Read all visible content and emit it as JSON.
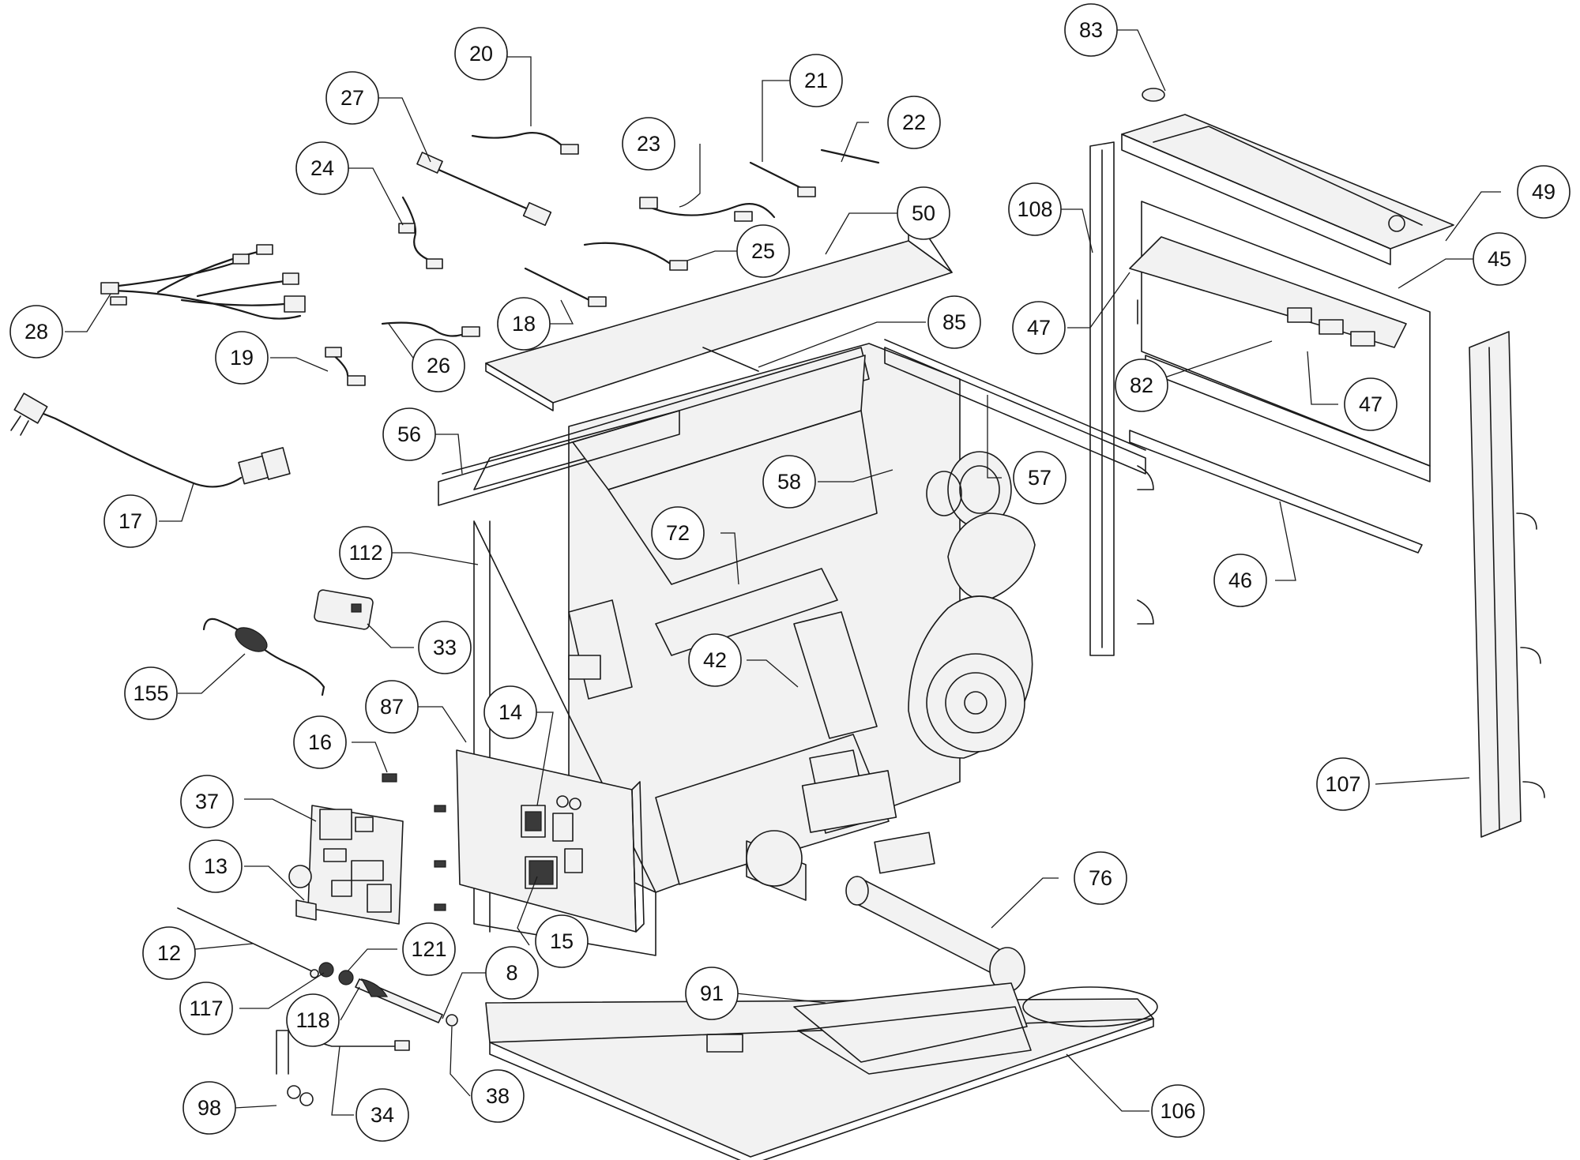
{
  "callouts": [
    {
      "id": "c20",
      "label": "20"
    },
    {
      "id": "c27",
      "label": "27"
    },
    {
      "id": "c21",
      "label": "21"
    },
    {
      "id": "c22",
      "label": "22"
    },
    {
      "id": "c23",
      "label": "23"
    },
    {
      "id": "c24",
      "label": "24"
    },
    {
      "id": "c83",
      "label": "83"
    },
    {
      "id": "c49",
      "label": "49"
    },
    {
      "id": "c108",
      "label": "108"
    },
    {
      "id": "c50",
      "label": "50"
    },
    {
      "id": "c25",
      "label": "25"
    },
    {
      "id": "c45",
      "label": "45"
    },
    {
      "id": "c28",
      "label": "28"
    },
    {
      "id": "c18",
      "label": "18"
    },
    {
      "id": "c26",
      "label": "26"
    },
    {
      "id": "c19",
      "label": "19"
    },
    {
      "id": "c85",
      "label": "85"
    },
    {
      "id": "c47a",
      "label": "47"
    },
    {
      "id": "c82",
      "label": "82"
    },
    {
      "id": "c47b",
      "label": "47"
    },
    {
      "id": "c56",
      "label": "56"
    },
    {
      "id": "c58",
      "label": "58"
    },
    {
      "id": "c57",
      "label": "57"
    },
    {
      "id": "c17",
      "label": "17"
    },
    {
      "id": "c72",
      "label": "72"
    },
    {
      "id": "c112",
      "label": "112"
    },
    {
      "id": "c46",
      "label": "46"
    },
    {
      "id": "c33",
      "label": "33"
    },
    {
      "id": "c42",
      "label": "42"
    },
    {
      "id": "c155",
      "label": "155"
    },
    {
      "id": "c87",
      "label": "87"
    },
    {
      "id": "c14",
      "label": "14"
    },
    {
      "id": "c16",
      "label": "16"
    },
    {
      "id": "c107",
      "label": "107"
    },
    {
      "id": "c37",
      "label": "37"
    },
    {
      "id": "c13",
      "label": "13"
    },
    {
      "id": "c76",
      "label": "76"
    },
    {
      "id": "c15",
      "label": "15"
    },
    {
      "id": "c12",
      "label": "12"
    },
    {
      "id": "c121",
      "label": "121"
    },
    {
      "id": "c8",
      "label": "8"
    },
    {
      "id": "c91",
      "label": "91"
    },
    {
      "id": "c117",
      "label": "117"
    },
    {
      "id": "c118",
      "label": "118"
    },
    {
      "id": "c38",
      "label": "38"
    },
    {
      "id": "c98",
      "label": "98"
    },
    {
      "id": "c34",
      "label": "34"
    },
    {
      "id": "c106",
      "label": "106"
    }
  ]
}
